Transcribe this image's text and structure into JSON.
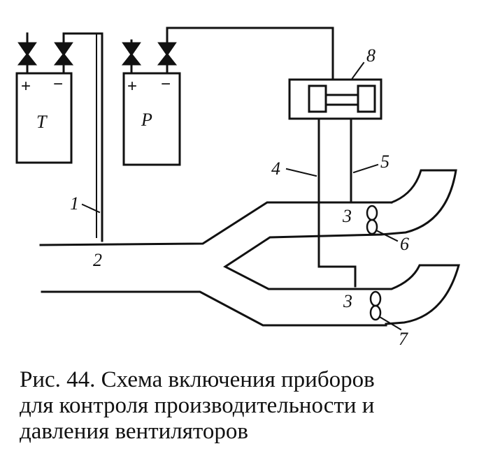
{
  "figure": {
    "instruments": {
      "t_label": "T",
      "p_label": "P",
      "plus": "+",
      "minus": "−"
    },
    "callouts": {
      "n1": "1",
      "n2": "2",
      "n3a": "3",
      "n3b": "3",
      "n4": "4",
      "n5": "5",
      "n6": "6",
      "n7": "7",
      "n8": "8"
    }
  },
  "caption": {
    "line1": "Рис. 44. Схема включения приборов",
    "line2": "для контроля производительности и",
    "line3": "давления вентиляторов"
  }
}
